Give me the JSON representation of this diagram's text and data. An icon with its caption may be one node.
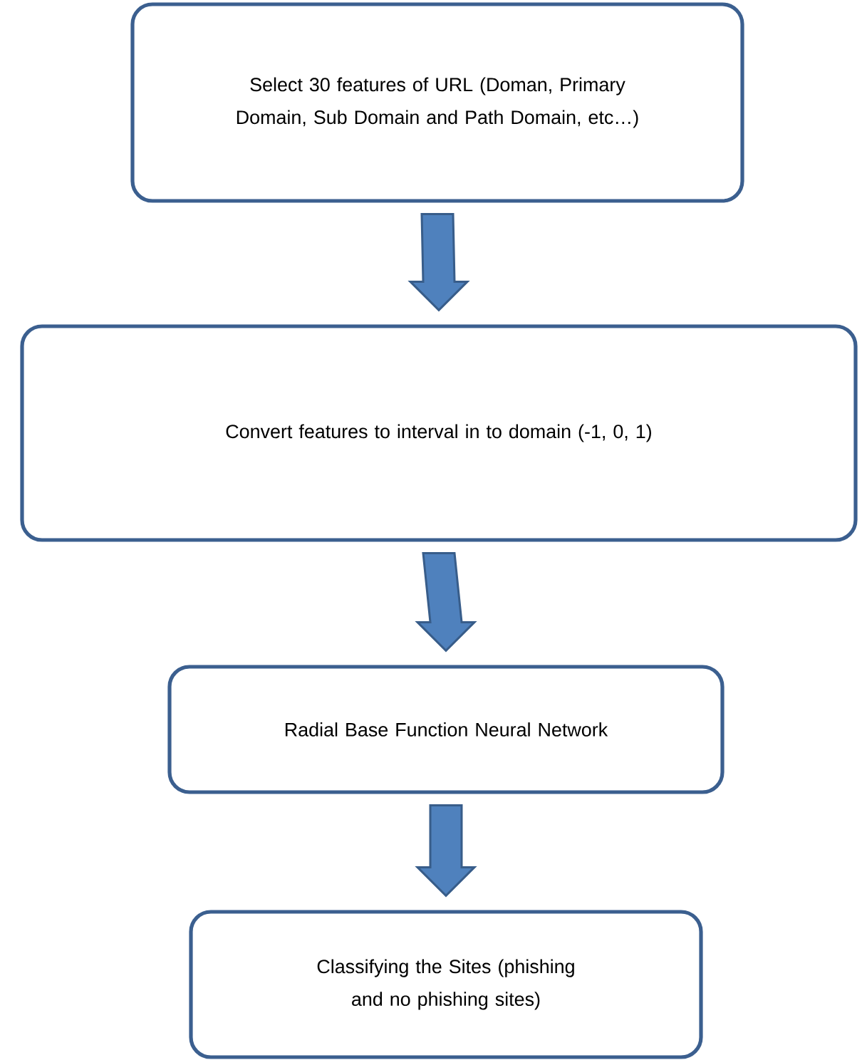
{
  "diagram": {
    "nodes": [
      {
        "text": [
          "Select 30 features of URL (Doman, Primary Domain, Sub Domain and Path Domain, etc…)"
        ]
      },
      {
        "text": [
          "Convert features to interval in to domain (-1, 0, 1)"
        ]
      },
      {
        "text": [
          "Radial Base Function Neural Network"
        ]
      },
      {
        "text": [
          "Classifying the Sites (phishing and no phishing sites)"
        ]
      }
    ],
    "edges": [
      {
        "from": 0,
        "to": 1,
        "arrow": "to"
      },
      {
        "from": 1,
        "to": 2,
        "arrow": "to"
      },
      {
        "from": 2,
        "to": 3,
        "arrow": "to"
      }
    ]
  }
}
